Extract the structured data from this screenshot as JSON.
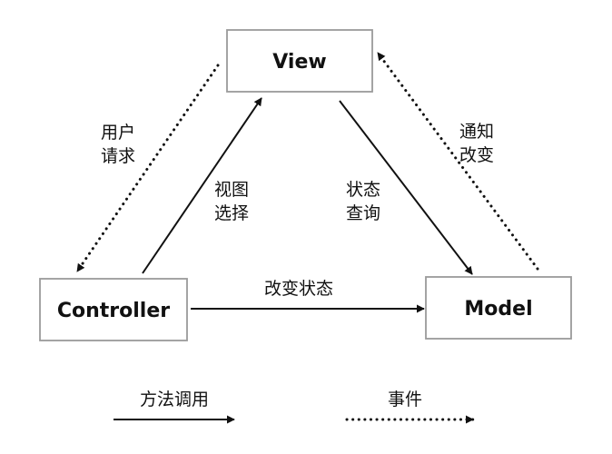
{
  "nodes": {
    "view": "View",
    "controller": "Controller",
    "model": "Model"
  },
  "edges": {
    "user_request": [
      "用户",
      "请求"
    ],
    "view_select": [
      "视图",
      "选择"
    ],
    "state_query": [
      "状态",
      "查询"
    ],
    "notify_change": [
      "通知",
      "改变"
    ],
    "change_state": "改变状态"
  },
  "legend": {
    "method_call": "方法调用",
    "event": "事件"
  }
}
